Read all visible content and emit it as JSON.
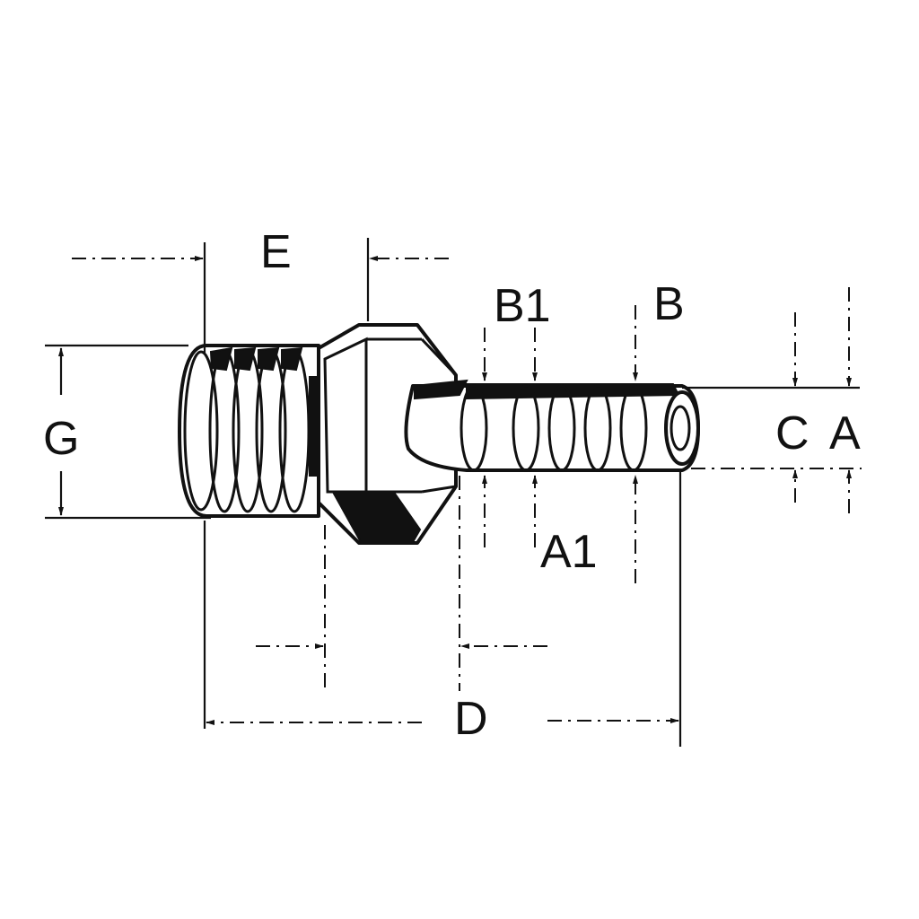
{
  "labels": {
    "E": "E",
    "B1": "B1",
    "B": "B",
    "G": "G",
    "C": "C",
    "A": "A",
    "A1": "A1",
    "D": "D"
  },
  "colors": {
    "line": "#111111",
    "background": "#ffffff"
  },
  "subject": "hose-barb-fitting"
}
